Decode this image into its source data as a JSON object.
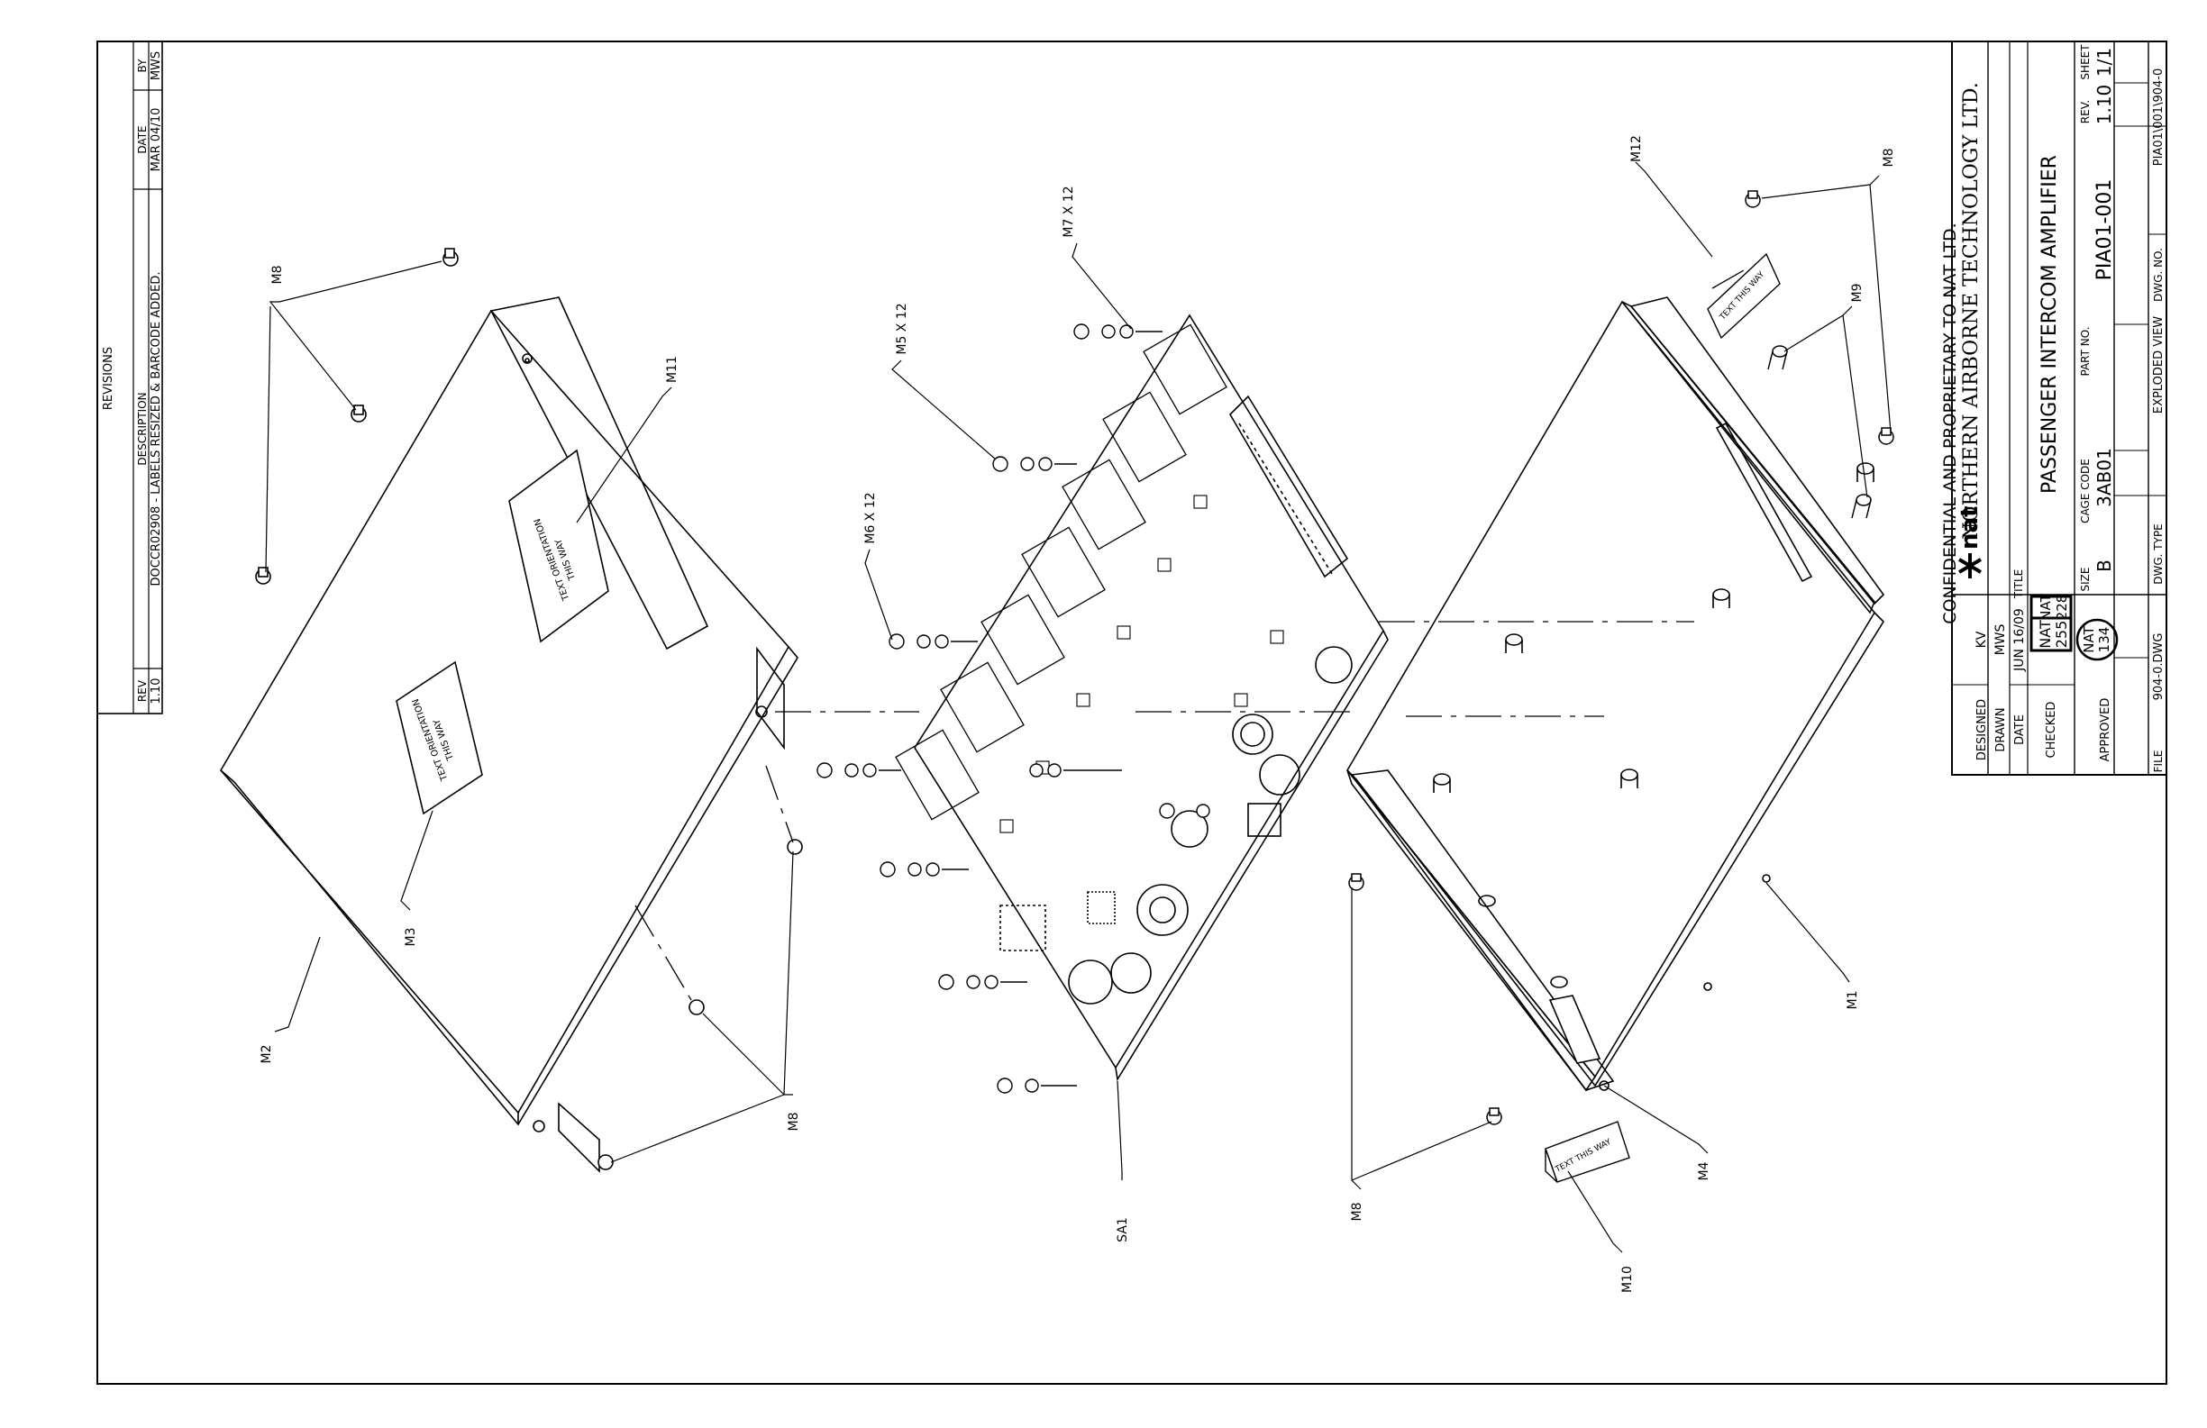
{
  "revisions": {
    "header": "REVISIONS",
    "col_rev": "REV",
    "col_desc": "DESCRIPTION",
    "col_date": "DATE",
    "col_by": "BY",
    "rows": [
      {
        "rev": "1.10",
        "desc": "DOCCR02908 - LABELS RESIZED & BARCODE ADDED.",
        "date": "MAR 04/10",
        "by": "MWS"
      }
    ]
  },
  "title_block": {
    "confidential": "CONFIDENTIAL AND PROPRIETARY TO NAT LTD.",
    "logo_text": "nat",
    "company": "NORTHERN AIRBORNE TECHNOLOGY LTD.",
    "designed_label": "DESIGNED",
    "designed_value": "KV",
    "drawn_label": "DRAWN",
    "drawn_value": "MWS",
    "date_label": "DATE",
    "date_value": "JUN 16/09",
    "checked_label": "CHECKED",
    "stamp_a_line1": "NAT",
    "stamp_a_line2": "255",
    "stamp_b_line1": "NAT",
    "stamp_b_line2": "228",
    "approved_label": "APPROVED",
    "approved_line1": "NAT",
    "approved_line2": "134",
    "file_label": "FILE",
    "file_value": "904-0.DWG",
    "title_label": "TITLE",
    "title_value": "PASSENGER INTERCOM AMPLIFIER",
    "size_label": "SIZE",
    "size_value": "B",
    "cage_label": "CAGE CODE",
    "cage_value": "3AB01",
    "part_label": "PART NO.",
    "part_value": "PIA01-001",
    "rev_label": "REV.",
    "rev_value": "1.10",
    "sheet_label": "SHEET",
    "sheet_value": "1/1",
    "dwg_type_label": "DWG. TYPE",
    "dwg_type_value": "EXPLODED VIEW",
    "dwg_no_label": "DWG. NO.",
    "dwg_no_value": "PIA01\\001\\904-0"
  },
  "callouts": {
    "m1": "M1",
    "m2": "M2",
    "m3": "M3",
    "m4": "M4",
    "m5": "M5 X 12",
    "m6": "M6 X 12",
    "m7": "M7 X 12",
    "m8": "M8",
    "m9": "M9",
    "m10": "M10",
    "m11": "M11",
    "m12": "M12",
    "sa1": "SA1"
  },
  "labels": {
    "text_orientation": "TEXT ORIENTATION",
    "this_way": "THIS WAY",
    "text_this_way": "TEXT THIS WAY"
  }
}
